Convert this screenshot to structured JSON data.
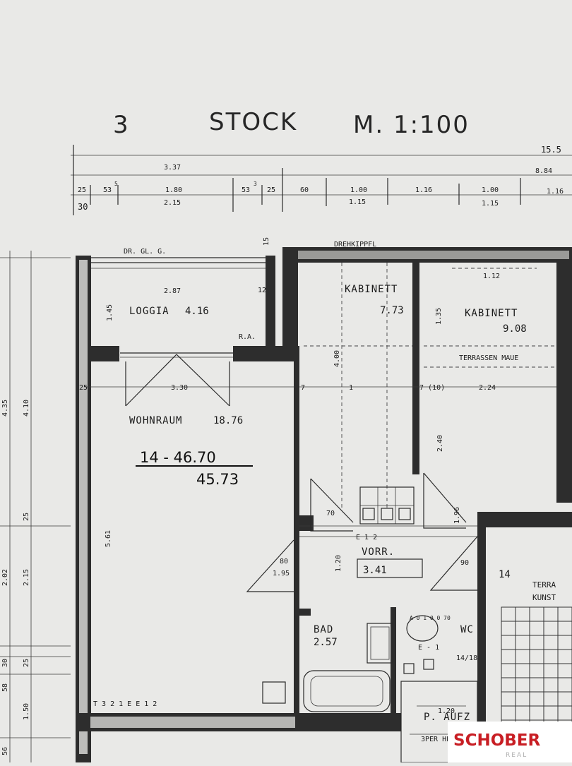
{
  "header": {
    "floor": "3",
    "title": "STOCK",
    "scale": "M. 1:100"
  },
  "dimensions_top": {
    "total": "15.5",
    "row1": [
      "3.37",
      "8.84"
    ],
    "row2": [
      "25",
      "53",
      "5",
      "1.80",
      "53",
      "3",
      "25",
      "60",
      "1.00",
      "1.16",
      "1.00",
      "1.16"
    ],
    "row3": [
      "2.15",
      "1.15",
      "1.15"
    ],
    "corner": "30"
  },
  "annotations": {
    "drgl": "DR. GL. G.",
    "drehkippfl": "DREHKIPPFL",
    "ra": "R.A.",
    "terrassenmauer": "TERRASSEN MAUE",
    "terrace": "TERRA",
    "kunst": "KUNST"
  },
  "rooms": {
    "loggia": {
      "name": "LOGGIA",
      "area": "4.16",
      "dim": "2.87",
      "dim_v": "1.45"
    },
    "kabinett1": {
      "name": "KABINETT",
      "area": "7.73",
      "dim_v": "4.00"
    },
    "kabinett2": {
      "name": "KABINETT",
      "area": "9.08",
      "dim": "1.12",
      "dim_v": "1.35"
    },
    "wohnraum": {
      "name": "WOHNRAUM",
      "area": "18.76",
      "dim": "3.30",
      "dim_v": "5.61"
    },
    "vorr": {
      "name": "VORR.",
      "area": "3.41"
    },
    "bad": {
      "name": "BAD",
      "area": "2.57"
    },
    "wc": {
      "name": "WC"
    },
    "aufzug": {
      "name": "P. AUFZ",
      "sub": "3PER HER."
    }
  },
  "handwritten": {
    "line1": "14 - 46.70",
    "line2": "45.73"
  },
  "misc_dims": {
    "d7": "7",
    "d1": "1",
    "d7_10": "7 (10)",
    "d224": "2.24",
    "d240": "2.40",
    "d70": "70",
    "d196": "1.96",
    "d80": "80",
    "d195": "1.95",
    "d120": "1.20",
    "d90": "90",
    "d14": "14",
    "d12": "12",
    "d25": "25",
    "d15": "15",
    "e12": "E 1 2",
    "sill": "T 3   2 1 E E 1 2",
    "a0": "A 0 1 0 0 70",
    "e1": "E - 1",
    "d1418": "14/18",
    "d1420": "1.20"
  },
  "dimensions_left": [
    "4.35",
    "4.10",
    "25",
    "2.02",
    "2.15",
    "30",
    "25",
    "58",
    "1.50",
    "56"
  ],
  "logo": {
    "brand": "SCHOBER",
    "sub": "REAL"
  },
  "colors": {
    "paper": "#e9e9e7",
    "ink": "#1c1c1c",
    "brand_red": "#c81e24"
  }
}
